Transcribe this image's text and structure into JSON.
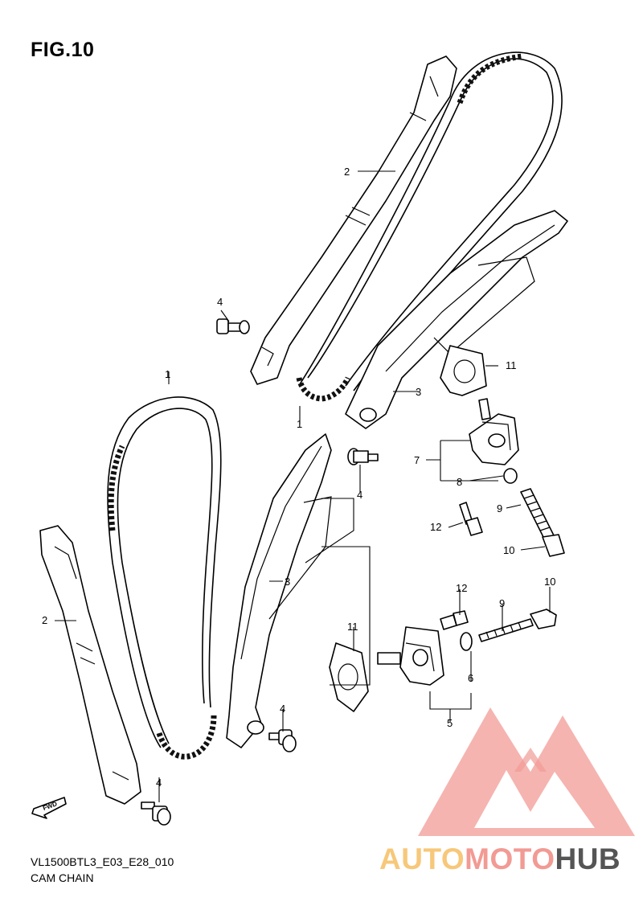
{
  "header": {
    "figure_title": "FIG.10"
  },
  "footer": {
    "model_code": "VL1500BTL3_E03_E28_010",
    "assembly_name": "CAM CHAIN"
  },
  "diagram": {
    "fwd_marker": "FWD",
    "callouts": {
      "c1_upper": "1",
      "c1_lower": "1",
      "c2_upper": "2",
      "c2_lower": "2",
      "c3_upper": "3",
      "c3_lower": "3",
      "c4_a": "4",
      "c4_b": "4",
      "c4_c": "4",
      "c4_d": "4",
      "c5": "5",
      "c6": "6",
      "c7": "7",
      "c8": "8",
      "c9_a": "9",
      "c9_b": "9",
      "c10_a": "10",
      "c10_b": "10",
      "c11_a": "11",
      "c11_b": "11",
      "c12_a": "12",
      "c12_b": "12"
    }
  },
  "watermark": {
    "part1": "AUTO",
    "part2": "MOTO",
    "part3": "HUB",
    "color_auto": "#f7c87a",
    "color_moto": "#f29a94",
    "color_hub": "#555555",
    "logo_color": "#f08a84"
  }
}
